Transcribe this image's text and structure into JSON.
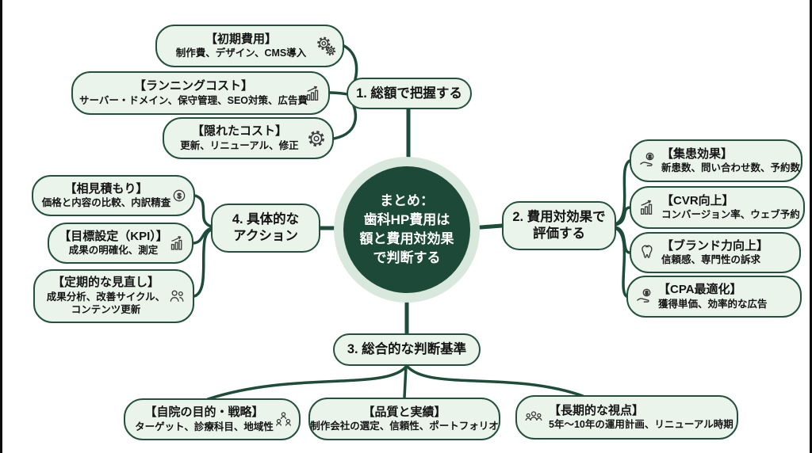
{
  "center": {
    "text": "まとめ：\n歯科HP費用は\n額と費用対効果\nで判断する"
  },
  "branches": {
    "b1": {
      "label": "1. 総額で把握する"
    },
    "b2": {
      "label": "2. 費用対効果で\n評価する"
    },
    "b3": {
      "label": "3. 総合的な判断基準"
    },
    "b4": {
      "label": "4. 具体的な\nアクション"
    }
  },
  "nodes": {
    "t1": {
      "title": "【初期費用】",
      "desc": "制作費、デザイン、CMS導入",
      "icon": "gears-icon"
    },
    "t2": {
      "title": "【ランニングコスト】",
      "desc": "サーバー・ドメイン、保守管理、SEO対策、広告費",
      "icon": "chart-up-icon"
    },
    "t3": {
      "title": "【隠れたコスト】",
      "desc": "更新、リニューアル、修正",
      "icon": "gear-icon"
    },
    "r1": {
      "title": "【集患効果】",
      "desc": "新患数、問い合わせ数、予約数",
      "icon": "coin-hand-icon"
    },
    "r2": {
      "title": "【CVR向上】",
      "desc": "コンバージョン率、ウェブ予約",
      "icon": "chart-up-icon"
    },
    "r3": {
      "title": "【ブランド力向上】",
      "desc": "信頼感、専門性の訴求",
      "icon": "tooth-icon"
    },
    "r4": {
      "title": "【CPA最適化】",
      "desc": "獲得単価、効率的な広告",
      "icon": "coin-hand-icon"
    },
    "l1": {
      "title": "【相見積もり】",
      "desc": "価格と内容の比較、内訳精査",
      "icon": "dollar-circle-icon"
    },
    "l2": {
      "title": "【目標設定（KPI）】",
      "desc": "成果の明確化、測定",
      "icon": "chart-up-icon"
    },
    "l3": {
      "title": "【定期的な見直し】",
      "desc": "成果分析、改善サイクル、\nコンテンツ更新",
      "icon": "people-icon"
    },
    "b1": {
      "title": "【自院の目的・戦略】",
      "desc": "ターゲット、診療科目、地域性",
      "icon": "org-people-icon"
    },
    "b2": {
      "title": "【品質と実績】",
      "desc": "制作会社の選定、信頼性、ポートフォリオ"
    },
    "b3": {
      "title": "【長期的な視点】",
      "desc": "5年〜10年の運用計画、リニューアル時期",
      "icon": "people-group-icon"
    }
  },
  "colors": {
    "background": "#ffffff",
    "node_fill": "#eaf4eb",
    "node_border": "#23513e",
    "line": "#1e4c3a",
    "center_fill": "#1d4a38",
    "center_halo": "#d9e8dd",
    "text": "#141414",
    "center_text": "#ffffff"
  }
}
